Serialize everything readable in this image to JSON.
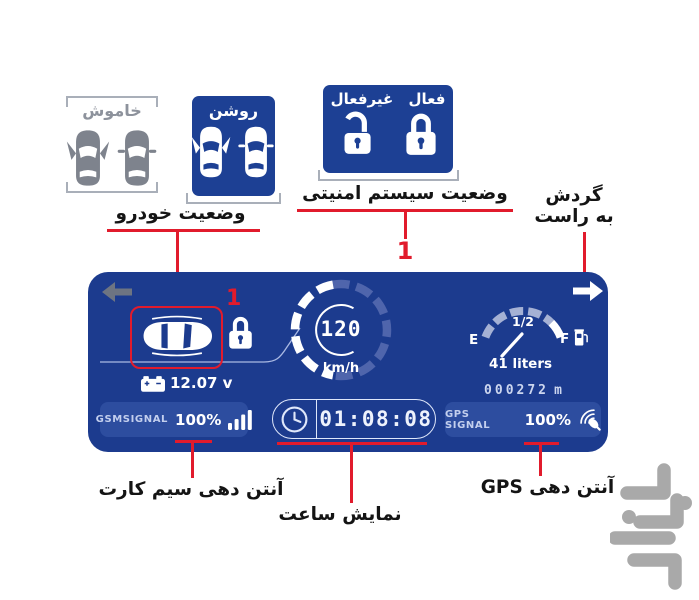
{
  "colors": {
    "panel_blue": "#1c3b8e",
    "box_blue": "#1d4094",
    "chip_blue": "#2d4d9f",
    "accent_red": "#e11b2c",
    "legend_gray": "#8d929c",
    "watermark_gray": "#a9a9a9"
  },
  "top": {
    "off_box": {
      "label": "خاموش"
    },
    "on_box": {
      "label": "روشن"
    },
    "vehicle_caption": "وضعیت خودرو",
    "security_box": {
      "active": "فعال",
      "inactive": "غیرفعال"
    },
    "security_caption": "وضعیت سیستم امنیتی",
    "security_marker": "1",
    "swipe_caption_line1": "گردش",
    "swipe_caption_line2": "به راست"
  },
  "dashboard": {
    "alert_marker": "1",
    "battery_voltage": "12.07 v",
    "speed_value": "120",
    "speed_unit": "km/h",
    "fuel_half": "1/2",
    "fuel_empty": "E",
    "fuel_full": "F",
    "fuel_amount": "41 liters",
    "odometer_value": "000272",
    "odometer_unit": "m",
    "gsm_label": "GSMSIGNAL",
    "gsm_value": "100%",
    "clock_time": "01:08:08",
    "gps_label": "GPS SIGNAL",
    "gps_value": "100%"
  },
  "bottom": {
    "gsm_caption": "آنتن دهی سیم کارت",
    "clock_caption": "نمایش ساعت",
    "gps_caption": "آنتن دهی GPS"
  }
}
